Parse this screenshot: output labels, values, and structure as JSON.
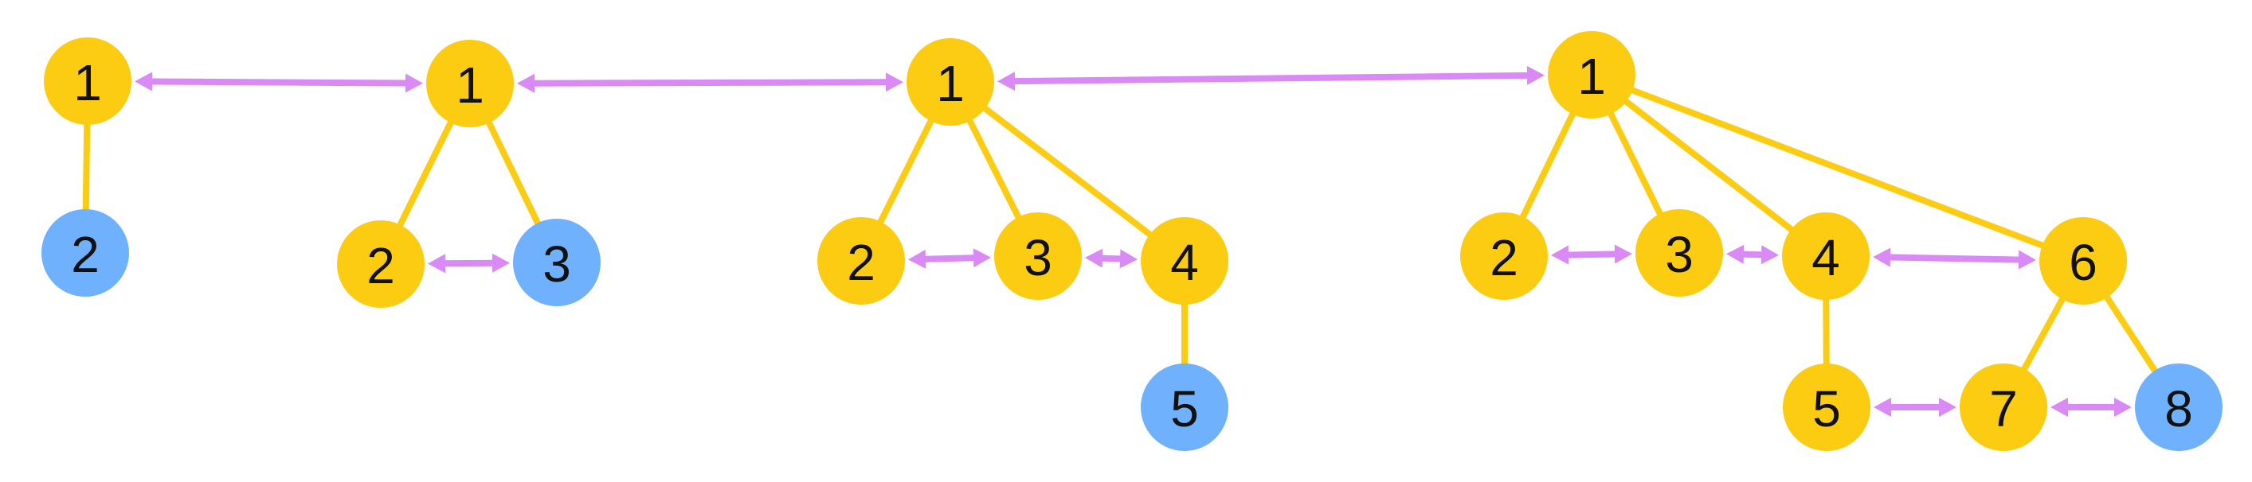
{
  "colors": {
    "tree_edge": "#fccc13",
    "sibling_link": "#da8af5",
    "node_fill": "#fccc13",
    "new_node_fill": "#6fb1fd",
    "label": "#111111"
  },
  "trees": [
    {
      "id": "t1",
      "nodes": [
        {
          "id": "t1-n1",
          "label": "1",
          "new": false
        },
        {
          "id": "t1-n2",
          "label": "2",
          "new": true
        }
      ],
      "edges": [
        [
          "t1-n1",
          "t1-n2"
        ]
      ],
      "links": []
    },
    {
      "id": "t2",
      "nodes": [
        {
          "id": "t2-n1",
          "label": "1",
          "new": false
        },
        {
          "id": "t2-n2",
          "label": "2",
          "new": false
        },
        {
          "id": "t2-n3",
          "label": "3",
          "new": true
        }
      ],
      "edges": [
        [
          "t2-n1",
          "t2-n2"
        ],
        [
          "t2-n1",
          "t2-n3"
        ]
      ],
      "links": [
        [
          "t2-n2",
          "t2-n3"
        ]
      ]
    },
    {
      "id": "t3",
      "nodes": [
        {
          "id": "t3-n1",
          "label": "1",
          "new": false
        },
        {
          "id": "t3-n2",
          "label": "2",
          "new": false
        },
        {
          "id": "t3-n3",
          "label": "3",
          "new": false
        },
        {
          "id": "t3-n4",
          "label": "4",
          "new": false
        },
        {
          "id": "t3-n5",
          "label": "5",
          "new": true
        }
      ],
      "edges": [
        [
          "t3-n1",
          "t3-n2"
        ],
        [
          "t3-n1",
          "t3-n3"
        ],
        [
          "t3-n1",
          "t3-n4"
        ],
        [
          "t3-n4",
          "t3-n5"
        ]
      ],
      "links": [
        [
          "t3-n2",
          "t3-n3"
        ],
        [
          "t3-n3",
          "t3-n4"
        ]
      ]
    },
    {
      "id": "t4",
      "nodes": [
        {
          "id": "t4-n1",
          "label": "1",
          "new": false
        },
        {
          "id": "t4-n2",
          "label": "2",
          "new": false
        },
        {
          "id": "t4-n3",
          "label": "3",
          "new": false
        },
        {
          "id": "t4-n4",
          "label": "4",
          "new": false
        },
        {
          "id": "t4-n6",
          "label": "6",
          "new": false
        },
        {
          "id": "t4-n5",
          "label": "5",
          "new": false
        },
        {
          "id": "t4-n7",
          "label": "7",
          "new": false
        },
        {
          "id": "t4-n8",
          "label": "8",
          "new": true
        }
      ],
      "edges": [
        [
          "t4-n1",
          "t4-n2"
        ],
        [
          "t4-n1",
          "t4-n3"
        ],
        [
          "t4-n1",
          "t4-n4"
        ],
        [
          "t4-n1",
          "t4-n6"
        ],
        [
          "t4-n4",
          "t4-n5"
        ],
        [
          "t4-n6",
          "t4-n7"
        ],
        [
          "t4-n6",
          "t4-n8"
        ]
      ],
      "links": [
        [
          "t4-n2",
          "t4-n3"
        ],
        [
          "t4-n3",
          "t4-n4"
        ],
        [
          "t4-n4",
          "t4-n6"
        ],
        [
          "t4-n5",
          "t4-n7"
        ],
        [
          "t4-n7",
          "t4-n8"
        ]
      ]
    }
  ],
  "root_links": [
    [
      "t1-n1",
      "t2-n1"
    ],
    [
      "t2-n1",
      "t3-n1"
    ],
    [
      "t3-n1",
      "t4-n1"
    ]
  ]
}
